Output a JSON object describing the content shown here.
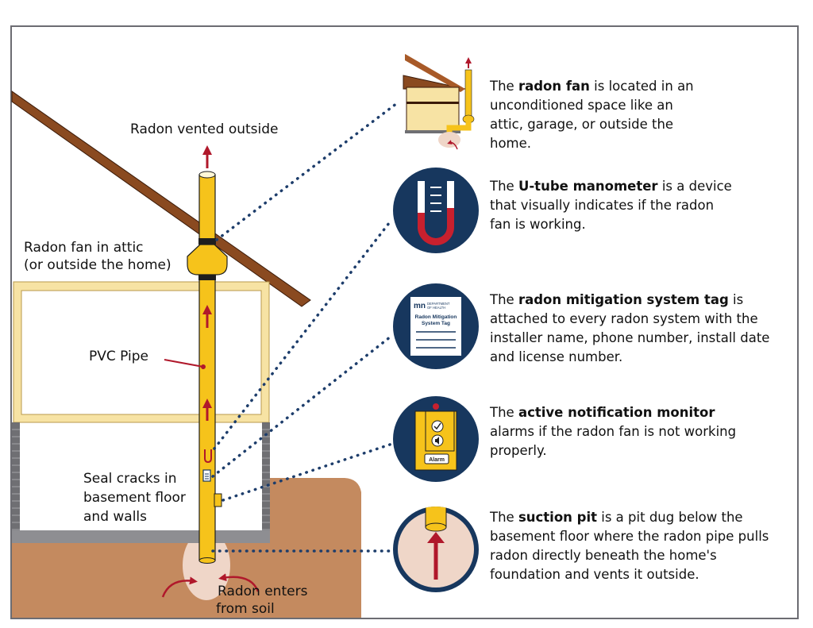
{
  "labels": {
    "vented": "Radon vented outside",
    "fan_attic_1": "Radon fan in attic",
    "fan_attic_2": "(or outside the home)",
    "pvc": "PVC Pipe",
    "seal_1": "Seal cracks in",
    "seal_2": "basement floor",
    "seal_3": "and walls",
    "enters_1": "Radon enters",
    "enters_2": "from soil"
  },
  "callouts": [
    {
      "before": "The ",
      "bold": "radon fan",
      "after": " is located in an unconditioned space like an attic, garage, or outside the home.",
      "icon": "house-with-fan-icon"
    },
    {
      "before": "The ",
      "bold": "U-tube manometer",
      "after": " is a device that visually indicates if the radon fan is working.",
      "icon": "u-tube-manometer-icon"
    },
    {
      "before": "The ",
      "bold": "radon mitigation system tag",
      "after": " is attached to every radon system with the installer name, phone number, install date and license number.",
      "icon": "system-tag-icon"
    },
    {
      "before": "The ",
      "bold": "active notification monitor",
      "after": " alarms if the radon fan is not working properly.",
      "icon": "alarm-monitor-icon"
    },
    {
      "before": "The ",
      "bold": "suction pit",
      "after": " is a pit dug below the basement floor where the radon pipe pulls radon directly beneath the home's foundation and vents it outside.",
      "icon": "suction-pit-icon"
    }
  ],
  "tag_icon": {
    "logo_text": "mn",
    "dept_1": "DEPARTMENT",
    "dept_2": "OF HEALTH",
    "title_1": "Radon Mitigation",
    "title_2": "System Tag"
  },
  "monitor_icon": {
    "button": "Alarm"
  },
  "colors": {
    "pipe": "#f6c31b",
    "arrow": "#b0182b",
    "navy": "#17375e",
    "dots": "#1d3d6b",
    "soil": "#c48a5f",
    "roof": "#8a4a20",
    "wall": "#f7e3a4",
    "pit": "#efd6c8"
  }
}
